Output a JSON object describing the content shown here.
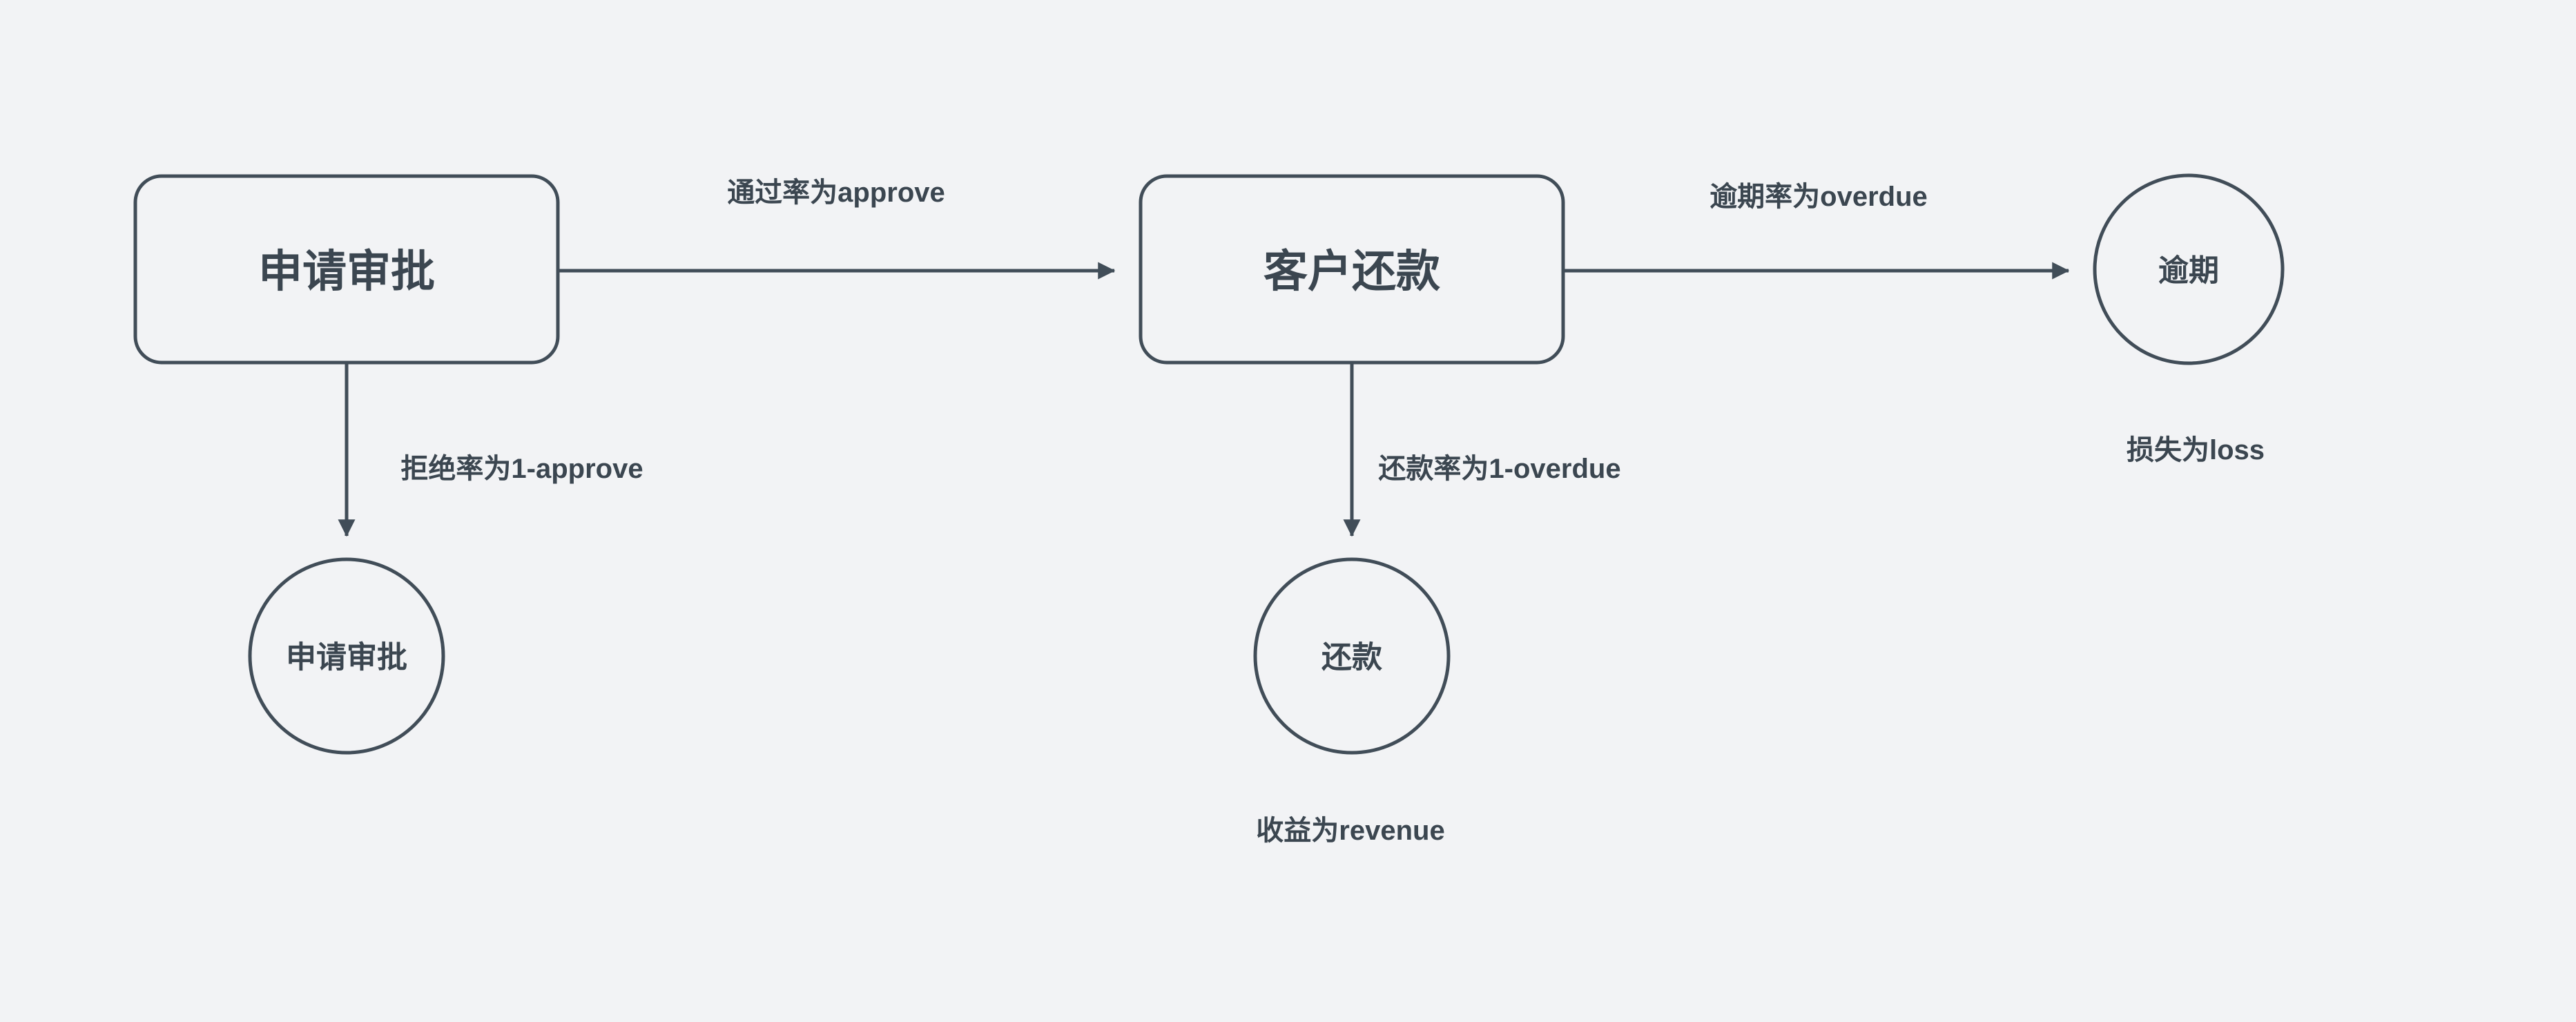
{
  "diagram": {
    "colors": {
      "background": "#f2f3f5",
      "stroke": "#414d58",
      "text": "#3b4650"
    },
    "nodes": {
      "approval_box": {
        "label": "申请审批"
      },
      "repayment_box": {
        "label": "客户还款"
      },
      "overdue_circle": {
        "label": "逾期"
      },
      "rejected_circle": {
        "label": "申请审批"
      },
      "repaid_circle": {
        "label": "还款"
      }
    },
    "edges": {
      "approve": {
        "label": "通过率为approve"
      },
      "overdue": {
        "label": "逾期率为overdue"
      },
      "reject": {
        "label": "拒绝率为1-approve"
      },
      "repay": {
        "label": "还款率为1-overdue"
      }
    },
    "annotations": {
      "loss": {
        "label": "损失为loss"
      },
      "revenue": {
        "label": "收益为revenue"
      }
    }
  }
}
